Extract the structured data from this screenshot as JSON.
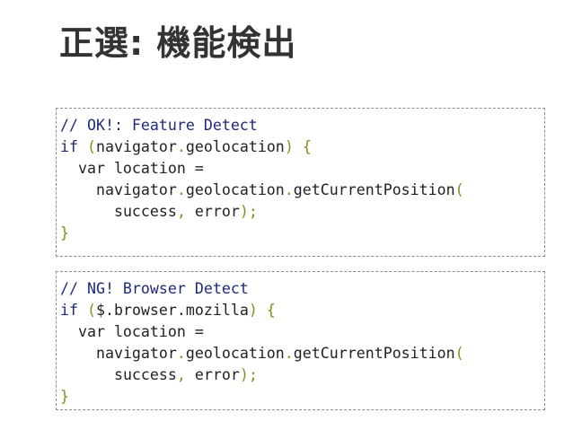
{
  "title": "正選: 機能検出",
  "ok_block": {
    "comment": "// OK!: Feature Detect",
    "line1": {
      "kw": "if",
      "open": "(",
      "obj": "navigator",
      "dot": ".",
      "prop": "geolocation",
      "close": ")",
      "brace": "{"
    },
    "line2": "var location =",
    "line3": {
      "obj": "navigator",
      "dot1": ".",
      "prop": "geolocation",
      "dot2": ".",
      "fn": "getCurrentPosition",
      "paren": "("
    },
    "line4": {
      "arg1": "success",
      "comma": ",",
      "arg2": "error",
      "end": ");"
    },
    "close_brace": "}"
  },
  "ng_block": {
    "comment": "// NG! Browser Detect",
    "line1": {
      "kw": "if",
      "open": "(",
      "expr": "$.browser.mozilla",
      "close": ")",
      "brace": "{"
    },
    "line2": "var location =",
    "line3": {
      "obj": "navigator",
      "dot1": ".",
      "prop": "geolocation",
      "dot2": ".",
      "fn": "getCurrentPosition",
      "paren": "("
    },
    "line4": {
      "arg1": "success",
      "comma": ",",
      "arg2": "error",
      "end": ");"
    },
    "close_brace": "}"
  },
  "colors": {
    "title": "#333333",
    "comment_keyword": "#1f2a78",
    "punctuation": "#8b8a1c",
    "plain": "#222222",
    "box_border": "#8c8c8c"
  }
}
